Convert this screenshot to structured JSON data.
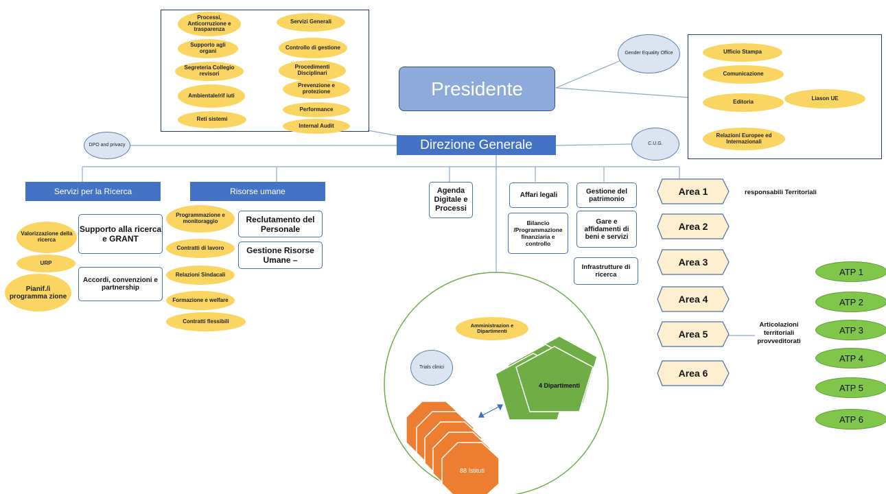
{
  "presidente": "Presidente",
  "direzione": "Direzione Generale",
  "top_left_group": [
    "Processi, Anticorruzione e trasparenza",
    "Supporto agli organi",
    "Segreteria Collegio revisori",
    "Ambientale/rif iuti",
    "Reti sistemi",
    "Servizi Generali",
    "Controllo di gestione",
    "Procedimenti Disciplinari",
    "Prevenzione e protezione",
    "Performance",
    "Internal Audit"
  ],
  "gender_office": "Gender Equality Office",
  "right_group": {
    "ufficio": "Ufficio Stampa",
    "comunicazione": "Comunicazione",
    "editoria": "Editoria",
    "liason": "Liason UE",
    "relazioni": "Relazioni Europee ed Internazionali"
  },
  "dpo": "DPO and privacy",
  "cug": "C.U.G.",
  "servizi_ricerca": {
    "header": "Servizi per la Ricerca",
    "valorizzazione": "Valorizzazione della ricerca",
    "urp": "URP",
    "pianif": "Pianif./i programma zione",
    "supporto": "Supporto alla ricerca e GRANT",
    "accordi": "Accordi, convenzioni e partnership"
  },
  "risorse_umane": {
    "header": "Risorse umane",
    "items": [
      "Programmazione e monitoraggio",
      "Contratti di lavoro",
      "Relazioni Sindacali",
      "Formazione e welfare",
      "Contratti flessibili"
    ],
    "reclutamento": "Reclutamento del Personale",
    "gestione": "Gestione Risorse Umane –"
  },
  "agenda": "Agenda Digitale e Processi",
  "affari": "Affari legali",
  "bilancio": "Bilancio /Programmazione finanziaria e controllo",
  "patrimonio": "Gestione del patrimonio",
  "gare": "Gare e affidamenti di beni e servizi",
  "infrastrutture": "Infrastrutture di ricerca",
  "areas": [
    "Area 1",
    "Area 2",
    "Area 3",
    "Area 4",
    "Area 5",
    "Area 6"
  ],
  "responsabili": "responsabili Territoriali",
  "articolazioni": "Articolazioni territoriali provveditorati",
  "atps": [
    "ATP 1",
    "ATP 2",
    "ATP 3",
    "ATP 4",
    "ATP 5",
    "ATP 6"
  ],
  "circle": {
    "amministrazione": "Amministrazion e Dipartimenti",
    "trials": "Trials clinici",
    "dipartimenti": "4 Dipartimenti",
    "istituti": "88 Istituti"
  },
  "colors": {
    "oval": "#fbd561",
    "blue": "#4472c4",
    "presidente": "#8eaadb",
    "green": "#70ad47",
    "orange": "#ed7d31",
    "atp": "#7fc64b"
  }
}
